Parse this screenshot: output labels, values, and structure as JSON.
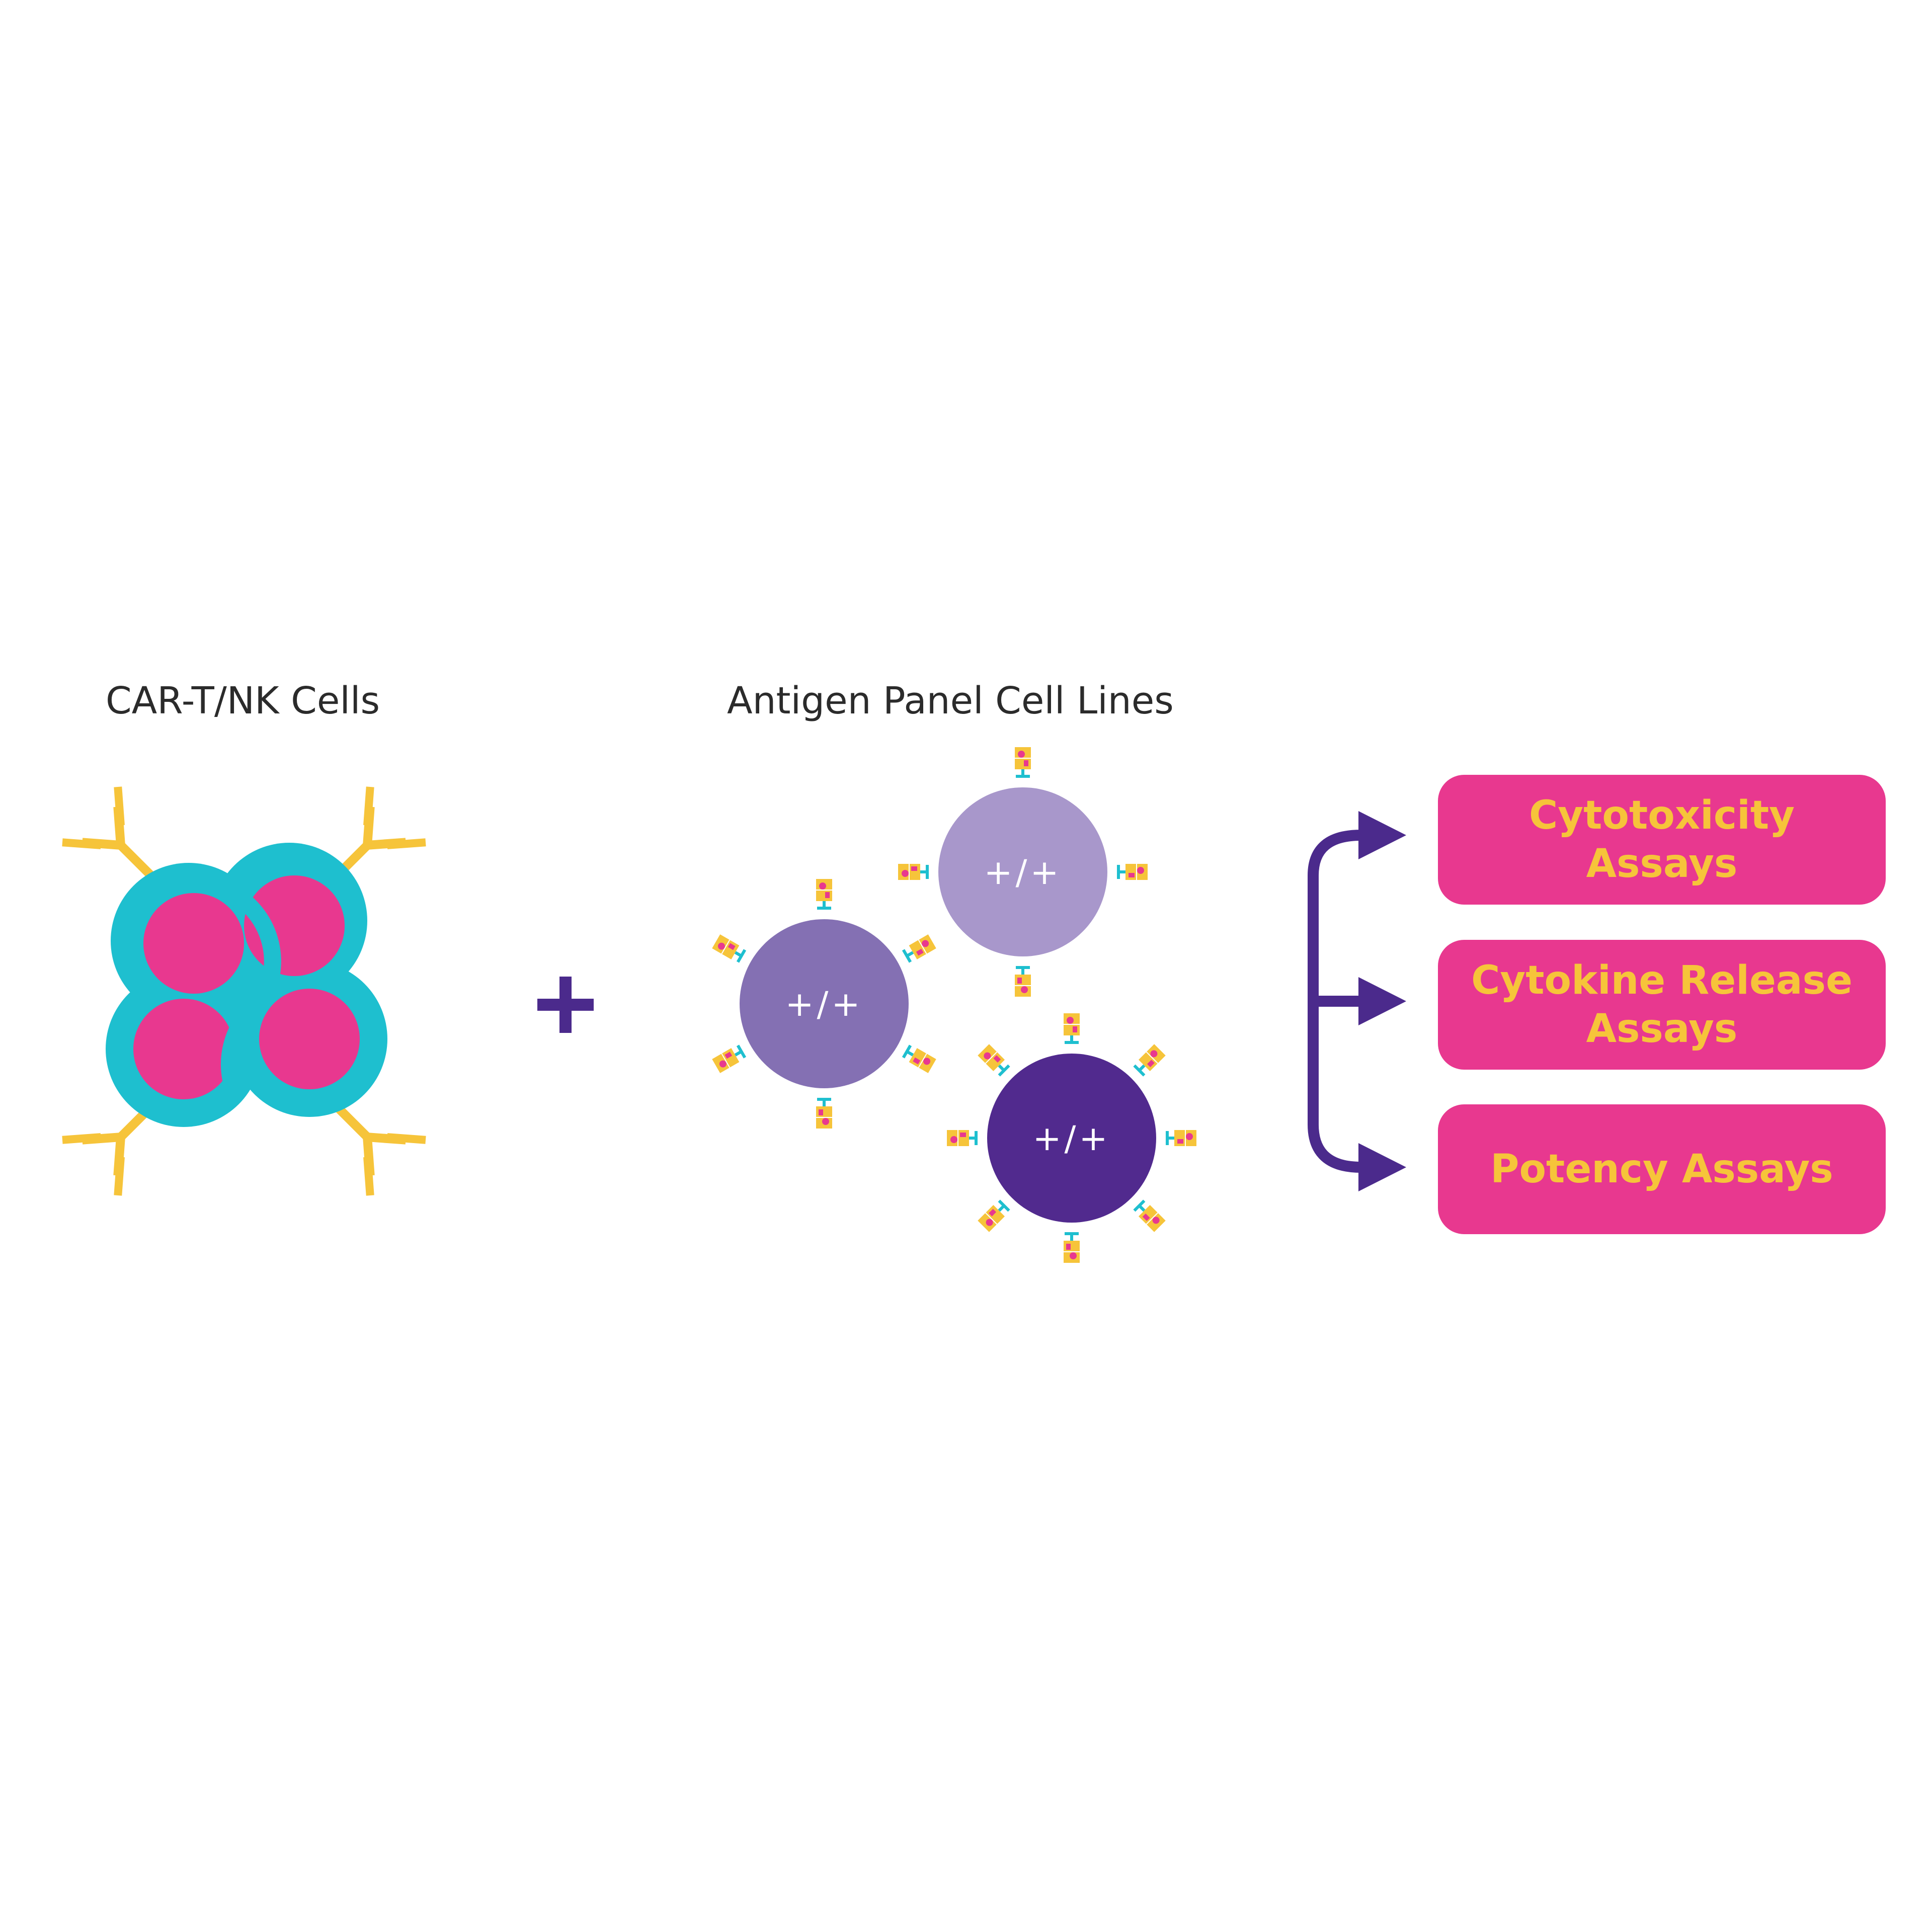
{
  "labels": {
    "car_cells": "CAR-T/NK Cells",
    "antigen_panel": "Antigen Panel Cell Lines"
  },
  "target_cells": [
    {
      "text": "+/+",
      "color": "#8470b3"
    },
    {
      "text": "+/+",
      "color": "#a897cb"
    },
    {
      "text": "+/+",
      "color": "#512a8e"
    }
  ],
  "assays": [
    "Cytotoxicity\nAssays",
    "Cytokine Release\nAssays",
    "Potency Assays"
  ],
  "colors": {
    "cyan": "#1ebfcf",
    "magenta": "#e8388f",
    "yellow": "#f6c43a",
    "purple_arrow": "#4b2a8c",
    "assay_text": "#f6c43a"
  }
}
